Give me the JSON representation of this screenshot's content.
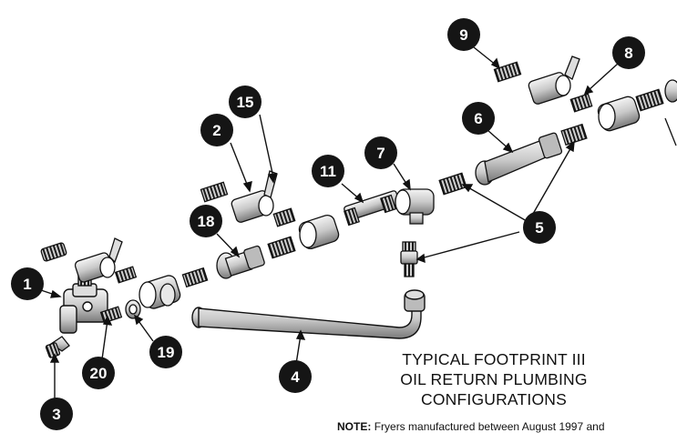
{
  "caption": {
    "line1": "TYPICAL FOOTPRINT III",
    "line2": "OIL RETURN PLUMBING",
    "line3": "CONFIGURATIONS"
  },
  "note": {
    "label": "NOTE:",
    "text": "Fryers manufactured between August 1997 and"
  },
  "callouts": [
    "1",
    "2",
    "3",
    "4",
    "5",
    "6",
    "7",
    "8",
    "9",
    "11",
    "15",
    "18",
    "19",
    "20"
  ]
}
